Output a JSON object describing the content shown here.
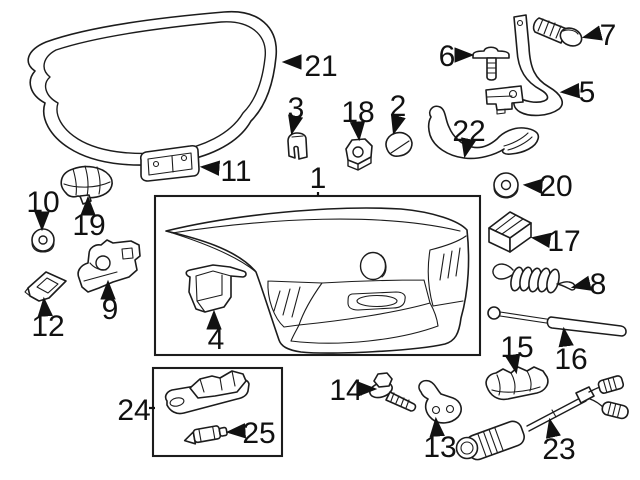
{
  "diagram": {
    "type": "exploded-parts-diagram",
    "colors": {
      "background": "#ffffff",
      "line": "#1c1c1c",
      "text": "#111111"
    },
    "callouts": [
      {
        "num": "1"
      },
      {
        "num": "2"
      },
      {
        "num": "3"
      },
      {
        "num": "4"
      },
      {
        "num": "5"
      },
      {
        "num": "6"
      },
      {
        "num": "7"
      },
      {
        "num": "8"
      },
      {
        "num": "9"
      },
      {
        "num": "10"
      },
      {
        "num": "11"
      },
      {
        "num": "12"
      },
      {
        "num": "13"
      },
      {
        "num": "14"
      },
      {
        "num": "15"
      },
      {
        "num": "16"
      },
      {
        "num": "17"
      },
      {
        "num": "18"
      },
      {
        "num": "19"
      },
      {
        "num": "20"
      },
      {
        "num": "21"
      },
      {
        "num": "22"
      },
      {
        "num": "23"
      },
      {
        "num": "24"
      },
      {
        "num": "25"
      }
    ]
  }
}
